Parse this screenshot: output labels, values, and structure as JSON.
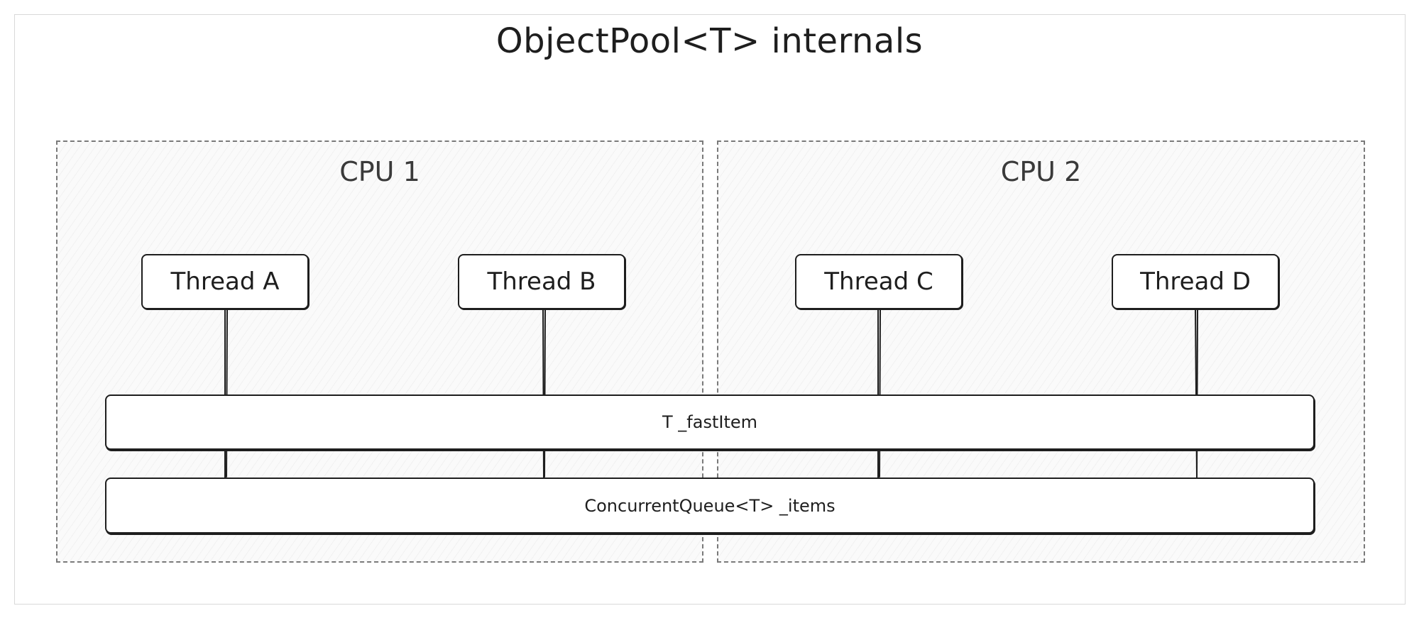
{
  "title": "ObjectPool<T> internals",
  "cpus": [
    {
      "label": "CPU 1"
    },
    {
      "label": "CPU 2"
    }
  ],
  "threads": [
    {
      "label": "Thread A"
    },
    {
      "label": "Thread B"
    },
    {
      "label": "Thread C"
    },
    {
      "label": "Thread D"
    }
  ],
  "storage": {
    "fast_item": "T _fastItem",
    "items": "ConcurrentQueue<T> _items"
  },
  "colors": {
    "stroke": "#1e1e1e",
    "hatch": "#ececec",
    "dashed_border": "#7a7a7a"
  }
}
